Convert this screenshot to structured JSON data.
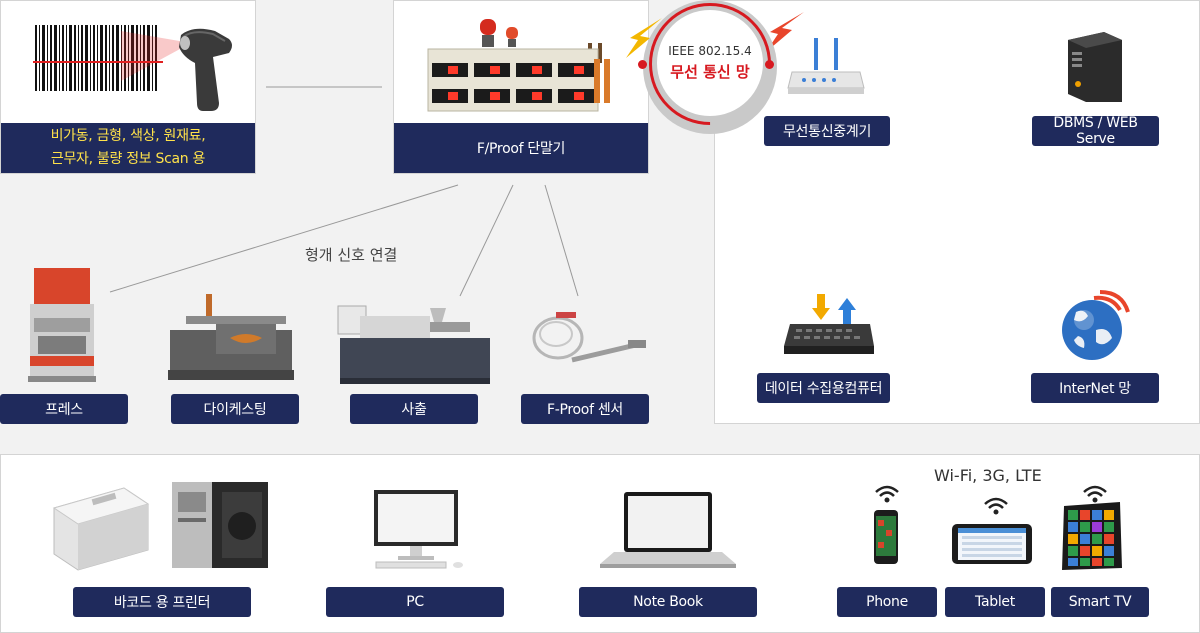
{
  "top": {
    "scanner_label": [
      "비가동, 금형, 색상, 원재료,",
      "근무자, 불량 정보 Scan 용"
    ],
    "terminal_label": "F/Proof 단말기",
    "wireless_badge": {
      "standard": "IEEE 802.15.4",
      "name": "무선 통신 망"
    },
    "relay_label": "무선통신중계기",
    "server_label": "DBMS / WEB Serve",
    "collector_label": "데이터 수집용컴퓨터",
    "internet_label": "InterNet 망",
    "contact_signal_text": "형개 신호 연결",
    "machines": [
      "프레스",
      "다이케스팅",
      "사출",
      "F-Proof 센서"
    ]
  },
  "bottom": {
    "network_text": "Wi-Fi, 3G, LTE",
    "devices": [
      "바코드 용 프린터",
      "PC",
      "Note Book",
      "Phone",
      "Tablet",
      "Smart TV"
    ]
  },
  "colors": {
    "label_bg": "#1f2a5c",
    "label_highlight": "#ffe24a",
    "badge_red": "#d71920",
    "panel_border": "#d4d4d4"
  }
}
